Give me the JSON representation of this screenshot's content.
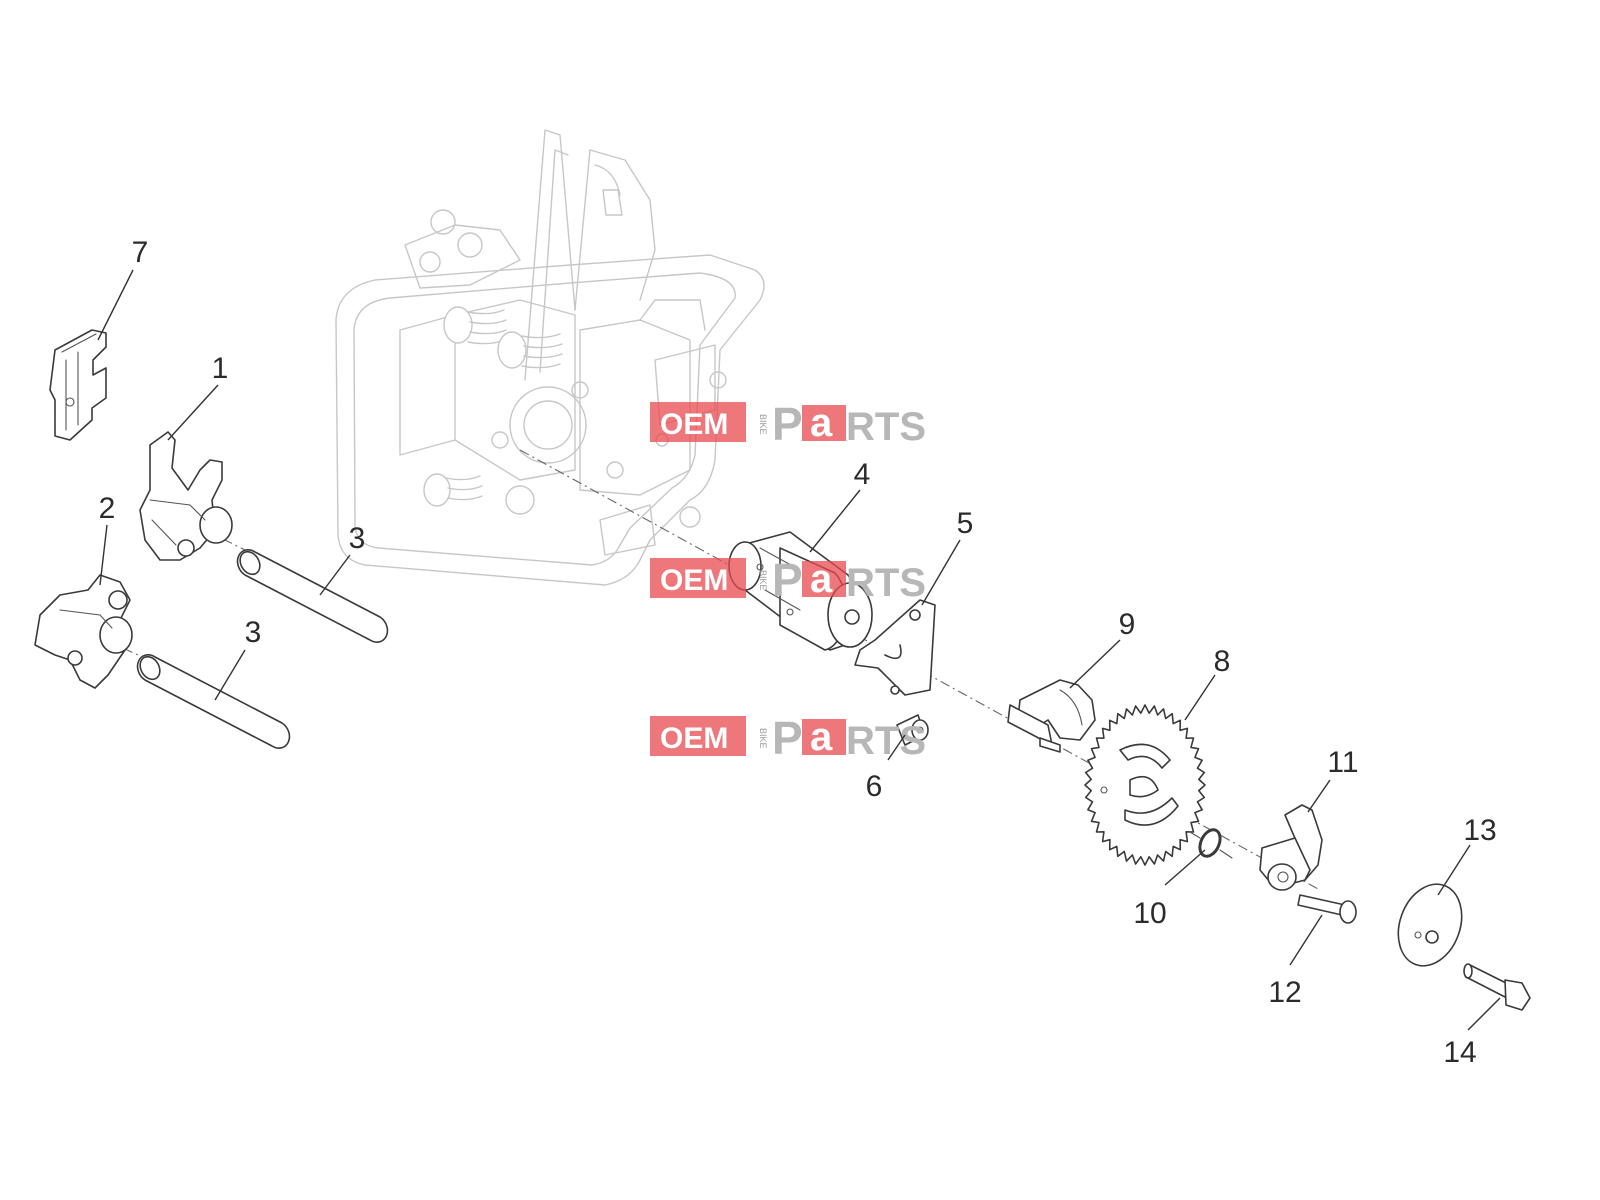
{
  "diagram": {
    "callouts": [
      {
        "id": "7",
        "label": "7"
      },
      {
        "id": "1",
        "label": "1"
      },
      {
        "id": "2",
        "label": "2"
      },
      {
        "id": "3a",
        "label": "3"
      },
      {
        "id": "3b",
        "label": "3"
      },
      {
        "id": "4",
        "label": "4"
      },
      {
        "id": "5",
        "label": "5"
      },
      {
        "id": "6",
        "label": "6"
      },
      {
        "id": "9",
        "label": "9"
      },
      {
        "id": "8",
        "label": "8"
      },
      {
        "id": "11",
        "label": "11"
      },
      {
        "id": "10",
        "label": "10"
      },
      {
        "id": "13",
        "label": "13"
      },
      {
        "id": "12",
        "label": "12"
      },
      {
        "id": "14",
        "label": "14"
      }
    ]
  },
  "watermark": {
    "oem": "OEM",
    "bike": "BIKE",
    "p": "P",
    "a": "a",
    "rts": "RTS",
    "accent_color": "#e8494f",
    "gray_color": "#b7b7b7"
  }
}
